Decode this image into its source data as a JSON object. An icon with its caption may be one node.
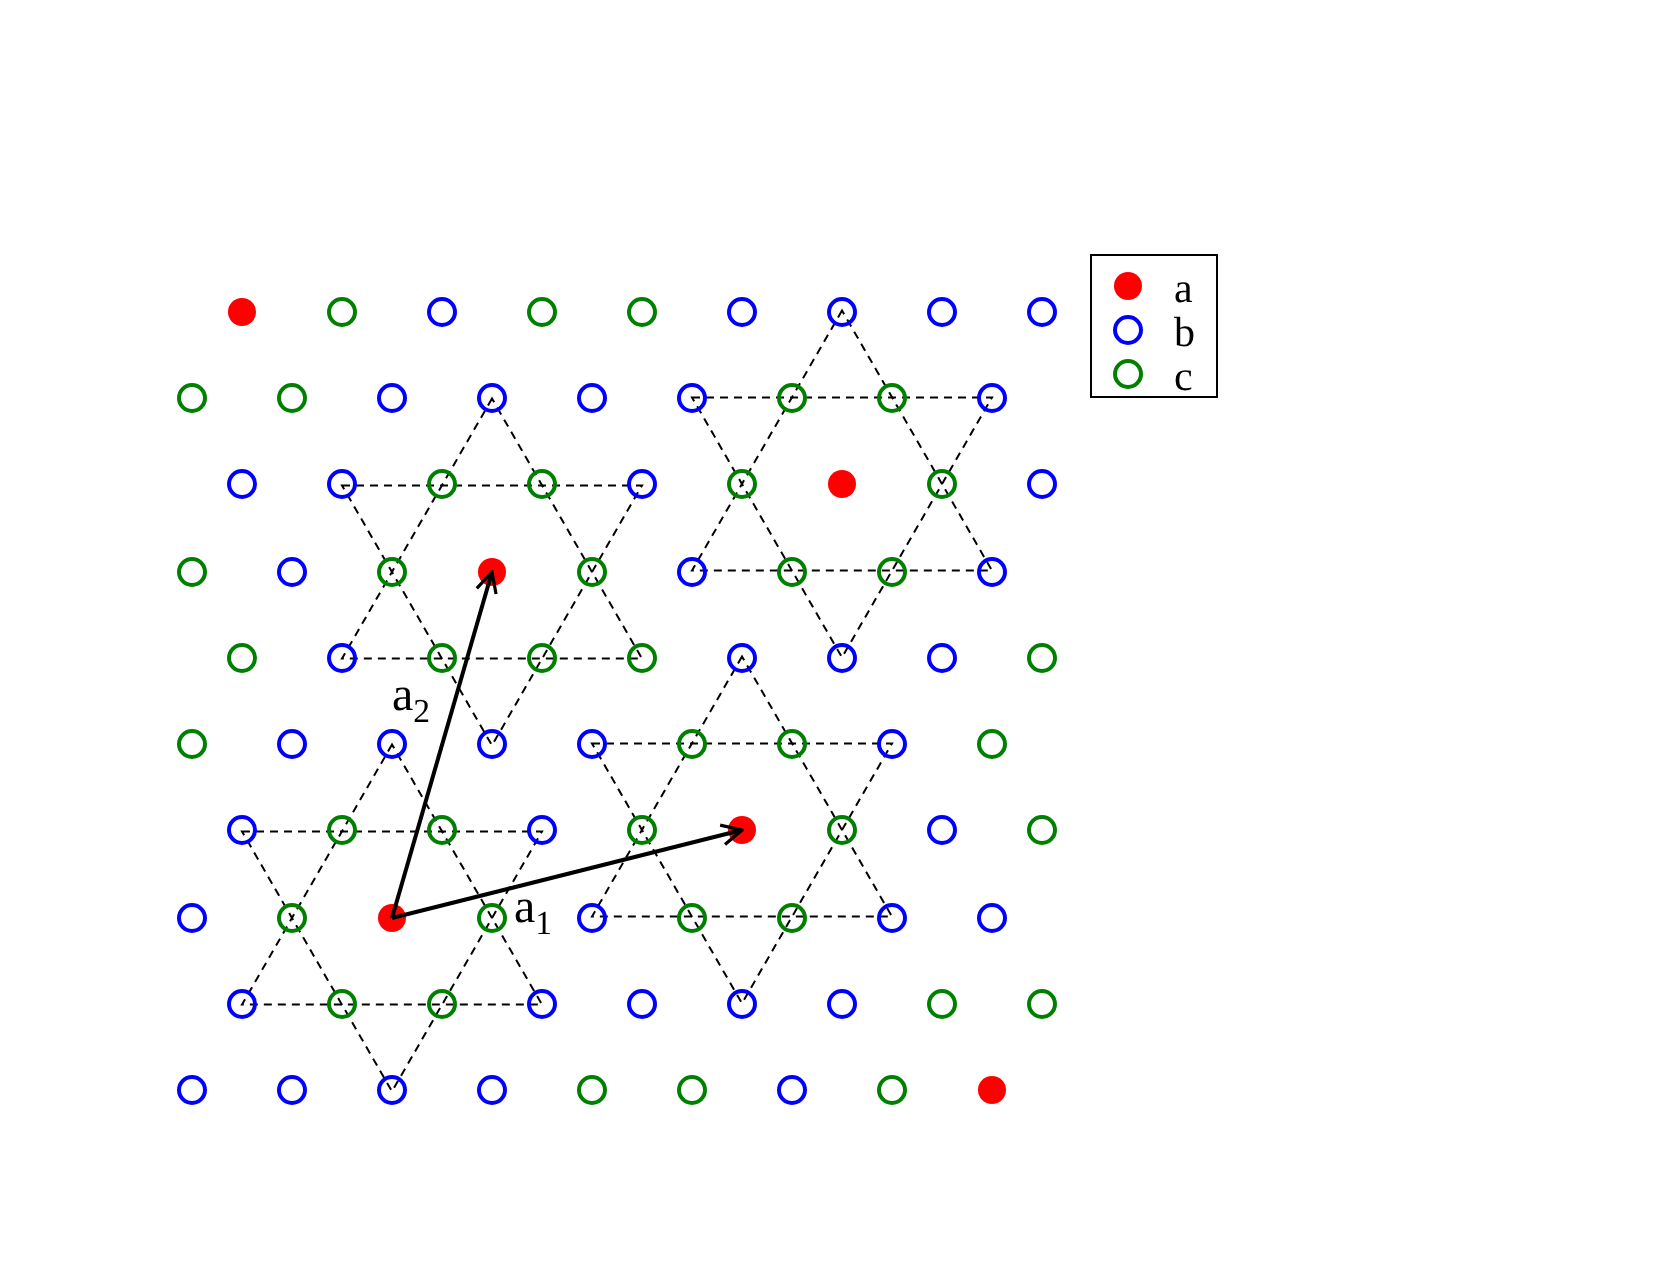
{
  "diagram": {
    "labels": [
      "a$_{2}$",
      "a$_{1}$"
    ],
    "legend": [
      {
        "text": "a",
        "color": "#ff0000"
      },
      {
        "text": "b"
      },
      {
        "text": "c"
      }
    ]
  }
}
